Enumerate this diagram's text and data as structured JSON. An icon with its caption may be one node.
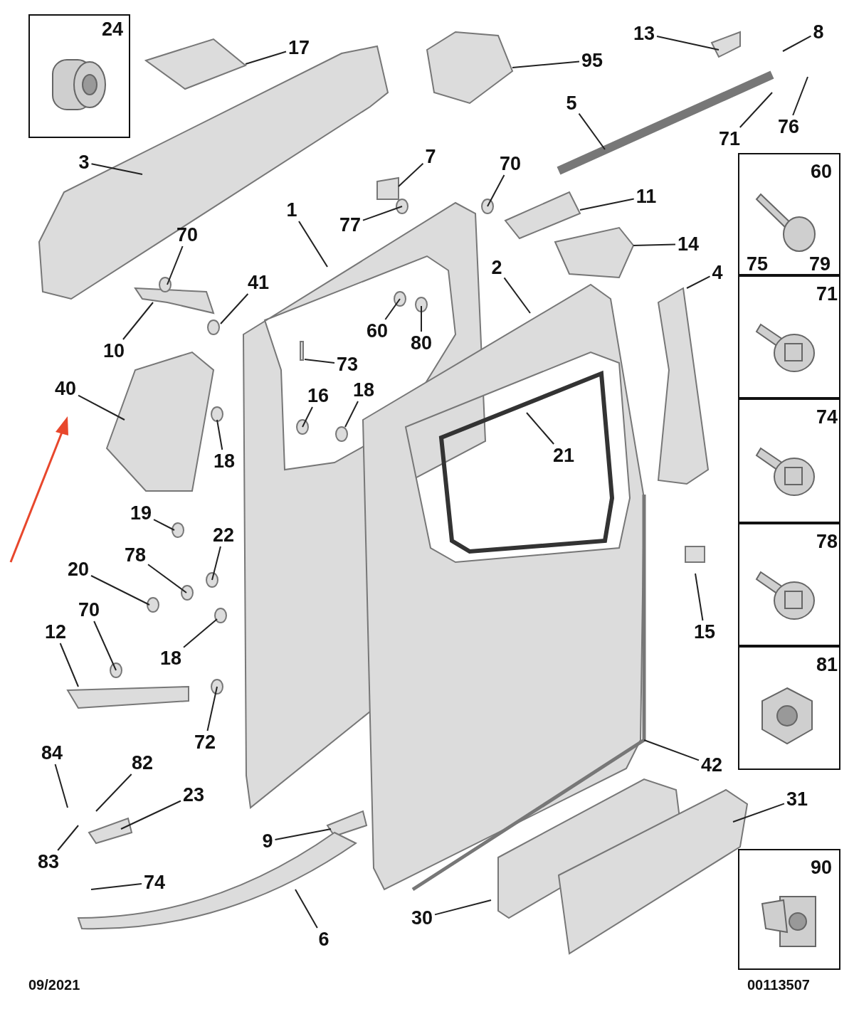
{
  "diagram": {
    "nodes": [
      {
        "text": [
          "24"
        ]
      },
      {
        "text": [
          "17"
        ]
      },
      {
        "text": [
          "95"
        ]
      },
      {
        "text": [
          "13"
        ]
      },
      {
        "text": [
          "8"
        ]
      },
      {
        "text": [
          "5"
        ]
      },
      {
        "text": [
          "76"
        ]
      },
      {
        "text": [
          "71"
        ]
      },
      {
        "text": [
          "3"
        ]
      },
      {
        "text": [
          "7"
        ]
      },
      {
        "text": [
          "70"
        ]
      },
      {
        "text": [
          "11"
        ]
      },
      {
        "text": [
          "77"
        ]
      },
      {
        "text": [
          "1"
        ]
      },
      {
        "text": [
          "70"
        ]
      },
      {
        "text": [
          "14"
        ]
      },
      {
        "text": [
          "2"
        ]
      },
      {
        "text": [
          "4"
        ]
      },
      {
        "text": [
          "41"
        ]
      },
      {
        "text": [
          "10"
        ]
      },
      {
        "text": [
          "60"
        ]
      },
      {
        "text": [
          "80"
        ]
      },
      {
        "text": [
          "73"
        ]
      },
      {
        "text": [
          "40"
        ]
      },
      {
        "text": [
          "16"
        ]
      },
      {
        "text": [
          "18"
        ]
      },
      {
        "text": [
          "21"
        ]
      },
      {
        "text": [
          "18"
        ]
      },
      {
        "text": [
          "19"
        ]
      },
      {
        "text": [
          "22"
        ]
      },
      {
        "text": [
          "78"
        ]
      },
      {
        "text": [
          "20"
        ]
      },
      {
        "text": [
          "70"
        ]
      },
      {
        "text": [
          "18"
        ]
      },
      {
        "text": [
          "15"
        ]
      },
      {
        "text": [
          "12"
        ]
      },
      {
        "text": [
          "72"
        ]
      },
      {
        "text": [
          "42"
        ]
      },
      {
        "text": [
          "84"
        ]
      },
      {
        "text": [
          "82"
        ]
      },
      {
        "text": [
          "23"
        ]
      },
      {
        "text": [
          "31"
        ]
      },
      {
        "text": [
          "9"
        ]
      },
      {
        "text": [
          "83"
        ]
      },
      {
        "text": [
          "74"
        ]
      },
      {
        "text": [
          "30"
        ]
      },
      {
        "text": [
          "6"
        ]
      },
      {
        "text": [
          "60",
          "75",
          "79"
        ]
      },
      {
        "text": [
          "71"
        ]
      },
      {
        "text": [
          "74"
        ]
      },
      {
        "text": [
          "78"
        ]
      },
      {
        "text": [
          "81"
        ]
      },
      {
        "text": [
          "90"
        ]
      }
    ],
    "edges": [
      {
        "from": 1,
        "to": null,
        "arrow": "none"
      },
      {
        "from": 2,
        "to": null,
        "arrow": "none"
      },
      {
        "from": 3,
        "to": null,
        "arrow": "none"
      },
      {
        "from": 4,
        "to": null,
        "arrow": "none"
      },
      {
        "from": 5,
        "to": null,
        "arrow": "none"
      },
      {
        "from": 6,
        "to": null,
        "arrow": "none"
      },
      {
        "from": 7,
        "to": null,
        "arrow": "none"
      },
      {
        "from": 8,
        "to": null,
        "arrow": "none"
      },
      {
        "from": 9,
        "to": null,
        "arrow": "none"
      },
      {
        "from": 10,
        "to": null,
        "arrow": "none"
      },
      {
        "from": 11,
        "to": null,
        "arrow": "none"
      },
      {
        "from": 12,
        "to": null,
        "arrow": "none"
      },
      {
        "from": 13,
        "to": null,
        "arrow": "none"
      },
      {
        "from": 14,
        "to": null,
        "arrow": "none"
      },
      {
        "from": 15,
        "to": null,
        "arrow": "none"
      },
      {
        "from": 16,
        "to": null,
        "arrow": "none"
      },
      {
        "from": 17,
        "to": null,
        "arrow": "none"
      },
      {
        "from": 18,
        "to": null,
        "arrow": "none"
      },
      {
        "from": 19,
        "to": null,
        "arrow": "none"
      },
      {
        "from": 20,
        "to": null,
        "arrow": "none"
      },
      {
        "from": 21,
        "to": null,
        "arrow": "none"
      },
      {
        "from": 22,
        "to": null,
        "arrow": "none"
      },
      {
        "from": 23,
        "to": null,
        "arrow": "none"
      },
      {
        "from": 24,
        "to": null,
        "arrow": "none"
      },
      {
        "from": 25,
        "to": null,
        "arrow": "none"
      },
      {
        "from": 26,
        "to": null,
        "arrow": "none"
      },
      {
        "from": 27,
        "to": null,
        "arrow": "none"
      },
      {
        "from": 28,
        "to": null,
        "arrow": "none"
      },
      {
        "from": 29,
        "to": null,
        "arrow": "none"
      },
      {
        "from": 30,
        "to": null,
        "arrow": "none"
      },
      {
        "from": 31,
        "to": null,
        "arrow": "none"
      },
      {
        "from": 32,
        "to": null,
        "arrow": "none"
      },
      {
        "from": 33,
        "to": null,
        "arrow": "none"
      },
      {
        "from": 34,
        "to": null,
        "arrow": "none"
      },
      {
        "from": 35,
        "to": null,
        "arrow": "none"
      },
      {
        "from": 36,
        "to": null,
        "arrow": "none"
      },
      {
        "from": 37,
        "to": null,
        "arrow": "none"
      },
      {
        "from": 38,
        "to": null,
        "arrow": "none"
      },
      {
        "from": 39,
        "to": null,
        "arrow": "none"
      },
      {
        "from": 40,
        "to": null,
        "arrow": "none"
      },
      {
        "from": 41,
        "to": null,
        "arrow": "none"
      },
      {
        "from": 42,
        "to": null,
        "arrow": "none"
      },
      {
        "from": 43,
        "to": null,
        "arrow": "none"
      },
      {
        "from": 44,
        "to": null,
        "arrow": "none"
      },
      {
        "from": 45,
        "to": null,
        "arrow": "none"
      },
      {
        "from": 46,
        "to": null,
        "arrow": "none"
      }
    ],
    "labels": [
      "09/2021",
      "00113507"
    ]
  }
}
